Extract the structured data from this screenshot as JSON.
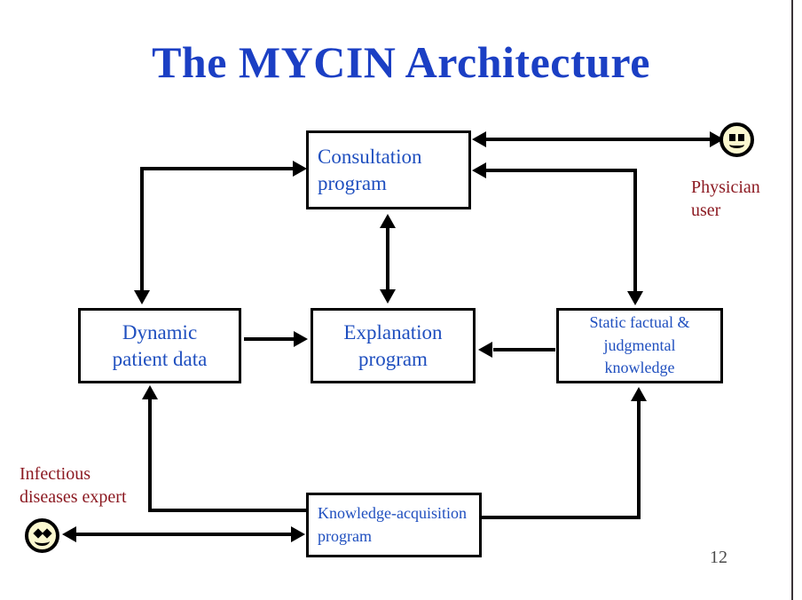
{
  "slide": {
    "title": "The MYCIN Architecture",
    "page_number": "12",
    "title_color": "#1b3fc4",
    "node_text_color": "#1f4fbf",
    "actor_label_color": "#8c1a22",
    "connector_color": "#000000",
    "smiley_fill": "#fbf8cf",
    "background": "#ffffff"
  },
  "nodes": {
    "consultation": {
      "line1": "Consultation",
      "line2": "program"
    },
    "dynamic": {
      "line1": "Dynamic",
      "line2": "patient data"
    },
    "explanation": {
      "line1": "Explanation",
      "line2": "program"
    },
    "static": {
      "line1": "Static factual &",
      "line2": "judgmental",
      "line3": "knowledge"
    },
    "knowledge": {
      "line1": "Knowledge-acquisition",
      "line2": "program"
    }
  },
  "actors": {
    "physician": {
      "label_line1": "Physician",
      "label_line2": "user",
      "icon": "smiley-face-icon"
    },
    "expert": {
      "label_line1": "Infectious",
      "label_line2": "diseases expert",
      "icon": "smiley-face-icon"
    }
  },
  "connectors": [
    {
      "id": "physician-consultation",
      "from": "Physician user",
      "to": "Consultation program",
      "style": "double-headed horizontal"
    },
    {
      "id": "consultation-dynamic",
      "from": "Consultation program",
      "to": "Dynamic patient data",
      "style": "elbow, arrow into Dynamic patient data and into Consultation program"
    },
    {
      "id": "consultation-static",
      "from": "Consultation program",
      "to": "Static factual & judgmental knowledge",
      "style": "elbow, arrow into Consultation program and down into Static knowledge"
    },
    {
      "id": "consultation-explanation",
      "from": "Consultation program",
      "to": "Explanation program",
      "style": "double-headed vertical"
    },
    {
      "id": "dynamic-explanation",
      "from": "Dynamic patient data",
      "to": "Explanation program",
      "style": "single arrow right"
    },
    {
      "id": "static-explanation",
      "from": "Static factual & judgmental knowledge",
      "to": "Explanation program",
      "style": "single arrow left"
    },
    {
      "id": "knowledge-dynamic",
      "from": "Knowledge-acquisition program",
      "to": "Dynamic patient data",
      "style": "elbow, arrow up"
    },
    {
      "id": "knowledge-static",
      "from": "Knowledge-acquisition program",
      "to": "Static factual & judgmental knowledge",
      "style": "elbow, arrow up"
    },
    {
      "id": "expert-knowledge",
      "from": "Infectious diseases expert",
      "to": "Knowledge-acquisition program",
      "style": "double-headed horizontal"
    }
  ]
}
